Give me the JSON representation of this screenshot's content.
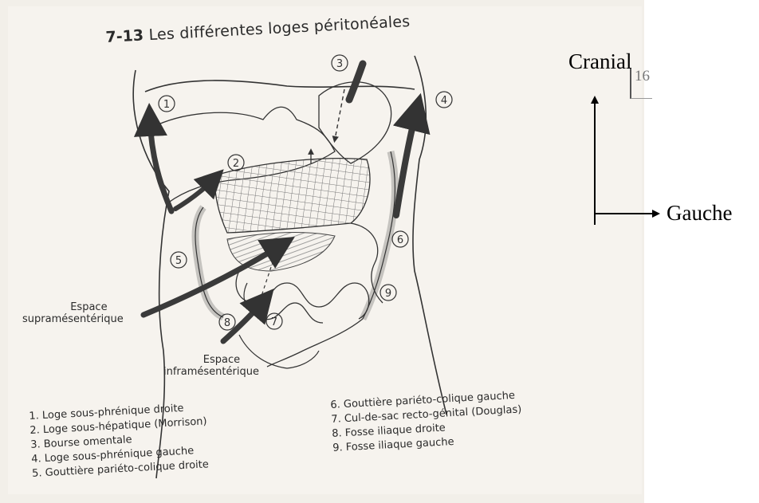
{
  "title_number": "7-13",
  "title_text": "Les différentes loges péritonéales",
  "page_number_fragment": "16",
  "direction_labels": {
    "up": "Cranial",
    "right": "Gauche"
  },
  "region_labels": {
    "supramesenteric": [
      "Espace",
      "supramésentérique"
    ],
    "inframesenteric": [
      "Espace",
      "inframésentérique"
    ]
  },
  "circled_numbers": [
    "1",
    "2",
    "3",
    "4",
    "5",
    "6",
    "7",
    "8",
    "9"
  ],
  "legend_left": [
    "1. Loge sous-phrénique droite",
    "2. Loge sous-hépatique (Morrison)",
    "3. Bourse omentale",
    "4. Loge sous-phrénique gauche",
    "5. Gouttière pariéto-colique droite"
  ],
  "legend_right": [
    "6. Gouttière pariéto-colique gauche",
    "7. Cul-de-sac recto-génital (Douglas)",
    "8. Fosse iliaque droite",
    "9. Fosse iliaque gauche"
  ],
  "colors": {
    "ink": "#2b2b2b",
    "paper": "#f6f3ee",
    "arrow": "#3a3a3a"
  }
}
